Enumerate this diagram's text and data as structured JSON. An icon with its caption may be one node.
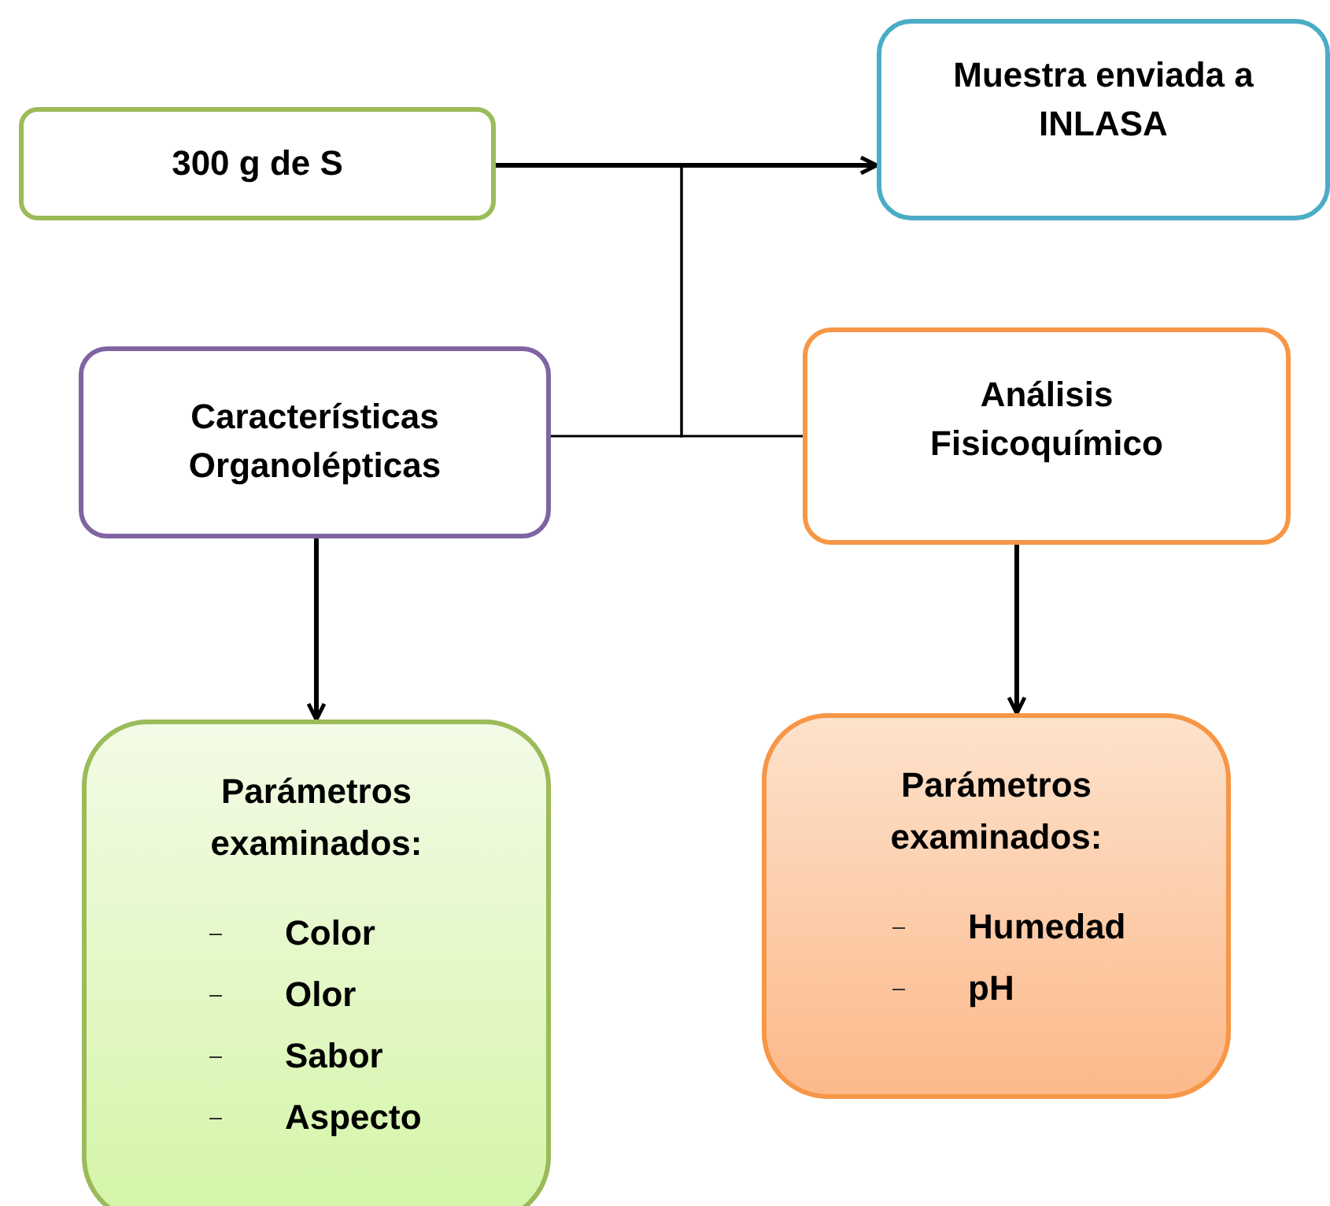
{
  "diagram": {
    "nodes": [
      {
        "text": [
          "300 g de S"
        ]
      },
      {
        "text": [
          "Muestra enviada a INLASA"
        ]
      },
      {
        "text": [
          "Características Organolépticas"
        ]
      },
      {
        "text": [
          "Análisis Fisicoquímico"
        ]
      },
      {
        "text": [
          "Parámetros examinados:",
          "Color",
          "Olor",
          "Sabor",
          "Aspecto"
        ]
      },
      {
        "text": [
          "Parámetros examinados:",
          "Humedad",
          "pH"
        ]
      }
    ],
    "edges": [
      {
        "from": 0,
        "to": 1,
        "arrow": "to"
      },
      {
        "from": 0,
        "to": 2,
        "arrow": "none"
      },
      {
        "from": 0,
        "to": 3,
        "arrow": "none"
      },
      {
        "from": 2,
        "to": 4,
        "arrow": "to"
      },
      {
        "from": 3,
        "to": 5,
        "arrow": "to"
      }
    ]
  }
}
